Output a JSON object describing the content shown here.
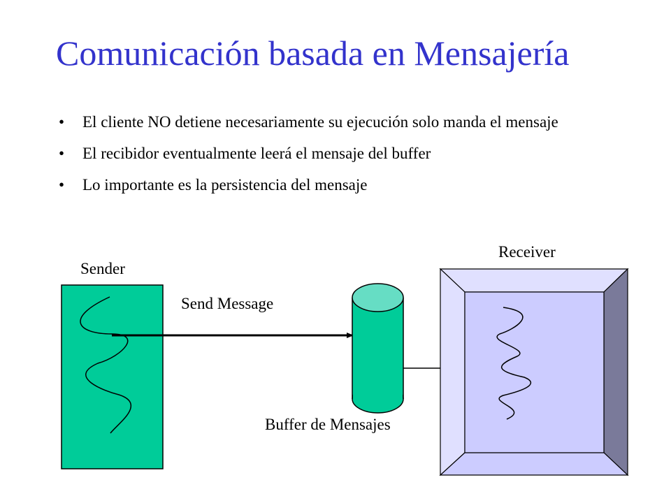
{
  "slide": {
    "title": "Comunicación basada en Mensajería",
    "bullets": [
      "El cliente NO detiene necesariamente  su ejecución solo manda el mensaje",
      "El recibidor eventualmente  leerá el mensaje  del buffer",
      "Lo importante es la persistencia  del mensaje"
    ]
  },
  "diagram": {
    "sender_label": "Sender",
    "send_message_label": "Send Message",
    "buffer_label": "Buffer  de Mensajes",
    "receiver_label": "Receiver"
  },
  "colors": {
    "title": "#3333cc",
    "sender_fill": "#00cc99",
    "buffer_top": "#66ddc4",
    "receiver_face": "#ccccff",
    "receiver_bevel_light": "#e0e0ff",
    "receiver_bevel_dark": "#7a7a9a"
  }
}
